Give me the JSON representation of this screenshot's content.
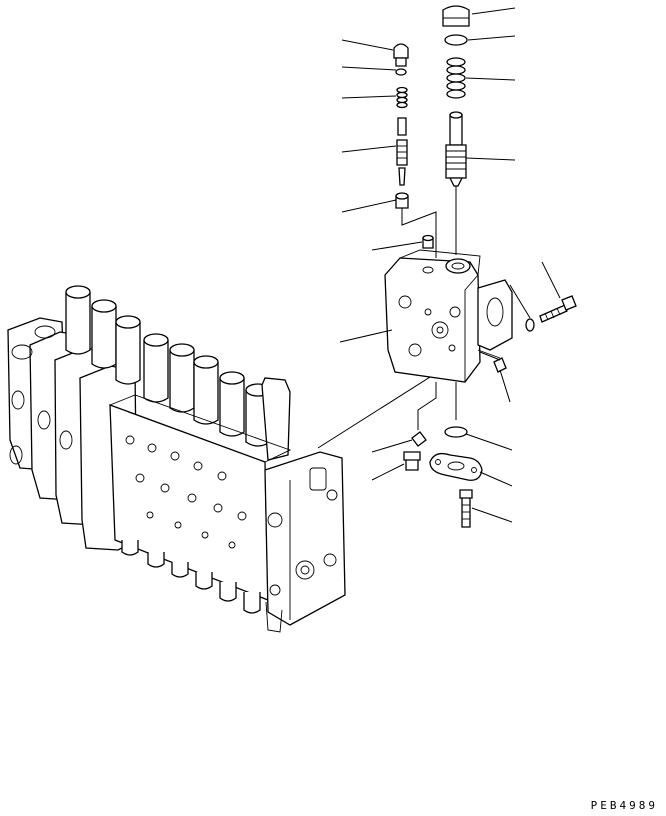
{
  "drawing": {
    "code": "PEB4989",
    "line_color": "#000000",
    "background": "#ffffff"
  },
  "callouts": [
    {
      "id": "callout-1"
    },
    {
      "id": "callout-2"
    },
    {
      "id": "callout-3"
    },
    {
      "id": "callout-4"
    },
    {
      "id": "callout-5"
    },
    {
      "id": "callout-6"
    },
    {
      "id": "callout-7"
    },
    {
      "id": "callout-8"
    },
    {
      "id": "callout-9"
    },
    {
      "id": "callout-10"
    },
    {
      "id": "callout-11"
    },
    {
      "id": "callout-12"
    },
    {
      "id": "callout-13"
    },
    {
      "id": "callout-14"
    },
    {
      "id": "callout-15"
    },
    {
      "id": "callout-16"
    },
    {
      "id": "callout-17"
    },
    {
      "id": "callout-18"
    },
    {
      "id": "callout-19"
    }
  ]
}
